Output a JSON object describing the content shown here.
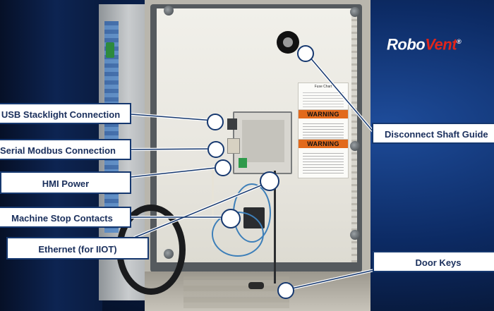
{
  "brand": {
    "part1": "Robo",
    "part2": "Vent",
    "mark": "®"
  },
  "panel": {
    "fuse_chart_title": "Fuse Chart",
    "warning_1": "WARNING",
    "warning_2": "WARNING"
  },
  "labels": [
    {
      "id": "usb",
      "text": "USB Stacklight Connection"
    },
    {
      "id": "serial",
      "text": "Serial Modbus Connection"
    },
    {
      "id": "hmi",
      "text": "HMI Power"
    },
    {
      "id": "stop",
      "text": "Machine Stop Contacts"
    },
    {
      "id": "ethernet",
      "text": "Ethernet (for IIOT)"
    },
    {
      "id": "disconnect",
      "text": "Disconnect Shaft Guide"
    },
    {
      "id": "keys",
      "text": "Door Keys"
    }
  ],
  "colors": {
    "label_border": "#16386f",
    "label_text": "#1a2f5c",
    "warning_orange": "#e26a1c",
    "brand_red": "#e1251b"
  }
}
